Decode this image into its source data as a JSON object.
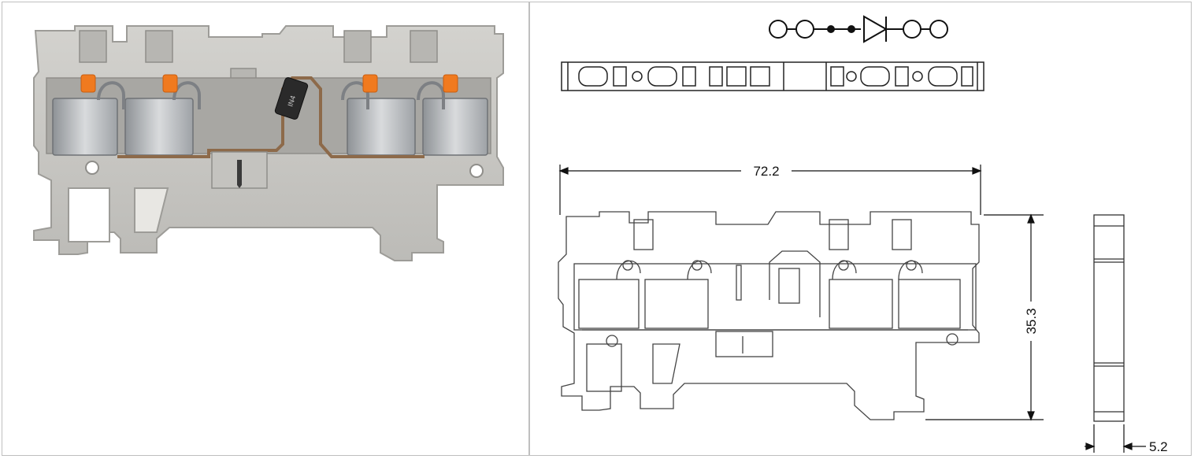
{
  "figure": {
    "dimensions": {
      "length": "72.2",
      "height": "35.3",
      "width": "5.2"
    },
    "schematic_symbol": "diode-terminal-symbol",
    "colors": {
      "housing": "#c9c8c4",
      "housing_dark": "#9d9c98",
      "metal": "#b9bcbf",
      "lever": "#f07a1f",
      "diode": "#2a2a2a",
      "line": "#5a5a5a"
    }
  }
}
